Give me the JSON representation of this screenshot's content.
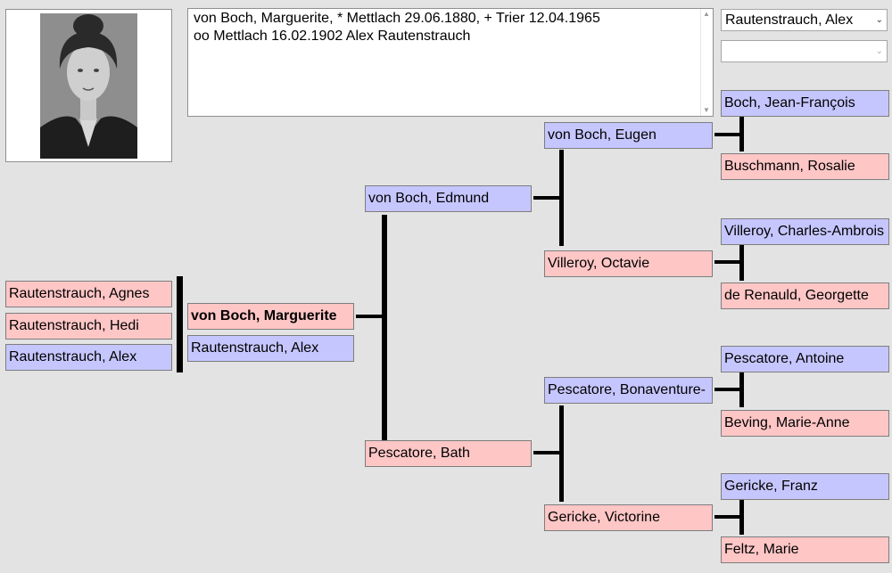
{
  "notes": {
    "line1": "von Boch, Marguerite, * Mettlach 29.06.1880, + Trier 12.04.1965",
    "line2": "oo Mettlach 16.02.1902 Alex Rautenstrauch"
  },
  "spouse_select": {
    "selected": "Rautenstrauch, Alex"
  },
  "second_select": {
    "selected": ""
  },
  "children": [
    {
      "name": "Rautenstrauch, Agnes"
    },
    {
      "name": "Rautenstrauch, Hedi"
    },
    {
      "name": "Rautenstrauch, Alex"
    }
  ],
  "proband": {
    "name": "von Boch, Marguerite"
  },
  "spouse": {
    "name": "Rautenstrauch, Alex"
  },
  "parents": {
    "father": "von Boch, Edmund",
    "mother": "Pescatore, Bath"
  },
  "grandparents": {
    "ff": "von Boch, Eugen",
    "fm": "Villeroy, Octavie",
    "mf": "Pescatore, Bonaventure-",
    "mm": "Gericke, Victorine"
  },
  "great_grandparents": {
    "fff": "Boch, Jean-François",
    "ffm": "Buschmann, Rosalie",
    "fmf": "Villeroy, Charles-Ambrois",
    "fmm": "de Renauld, Georgette",
    "mff": "Pescatore, Antoine",
    "mfm": "Beving, Marie-Anne",
    "mmf": "Gericke, Franz",
    "mmm": "Feltz, Marie"
  }
}
